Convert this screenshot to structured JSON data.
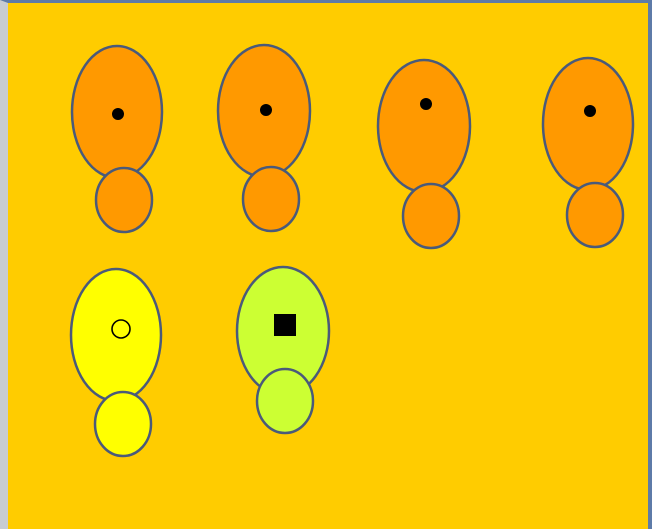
{
  "colors": {
    "background": "#FFCC00",
    "outline": "#4A5A7A",
    "orange": "#FF9900",
    "yellow": "#FFFF00",
    "lime": "#CCFF33",
    "mark": "#000000"
  },
  "figures": [
    {
      "name": "figure-1",
      "fill": "orange",
      "mark": "filled-dot"
    },
    {
      "name": "figure-2",
      "fill": "orange",
      "mark": "filled-dot"
    },
    {
      "name": "figure-3",
      "fill": "orange",
      "mark": "filled-dot"
    },
    {
      "name": "figure-4",
      "fill": "orange",
      "mark": "filled-dot"
    },
    {
      "name": "figure-5",
      "fill": "yellow",
      "mark": "hollow-circle"
    },
    {
      "name": "figure-6",
      "fill": "lime",
      "mark": "filled-square"
    }
  ]
}
